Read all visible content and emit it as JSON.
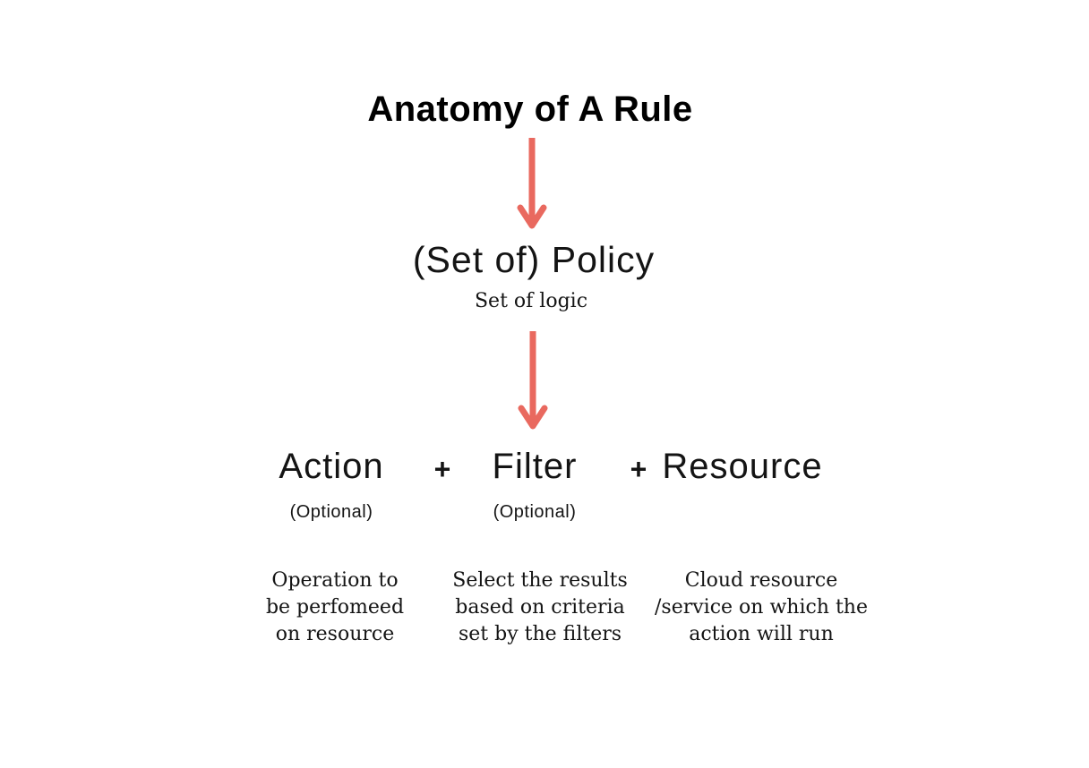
{
  "title": "Anatomy of A Rule",
  "colors": {
    "background": "#ffffff",
    "text": "#141414",
    "title": "#000000",
    "arrow": "#e9695f"
  },
  "icons": {
    "arrow": "down-arrow-icon"
  },
  "policy": {
    "label": "(Set of) Policy",
    "sublabel": "Set of logic"
  },
  "rule": {
    "plus": "+",
    "action": {
      "label": "Action",
      "note": "(Optional)",
      "description": "Operation to\nbe perfomeed\non resource"
    },
    "filter": {
      "label": "Filter",
      "note": "(Optional)",
      "description": "Select the results\nbased on criteria\nset by the filters"
    },
    "resource": {
      "label": "Resource",
      "description": "Cloud resource\n/service on which the\naction will run"
    }
  }
}
